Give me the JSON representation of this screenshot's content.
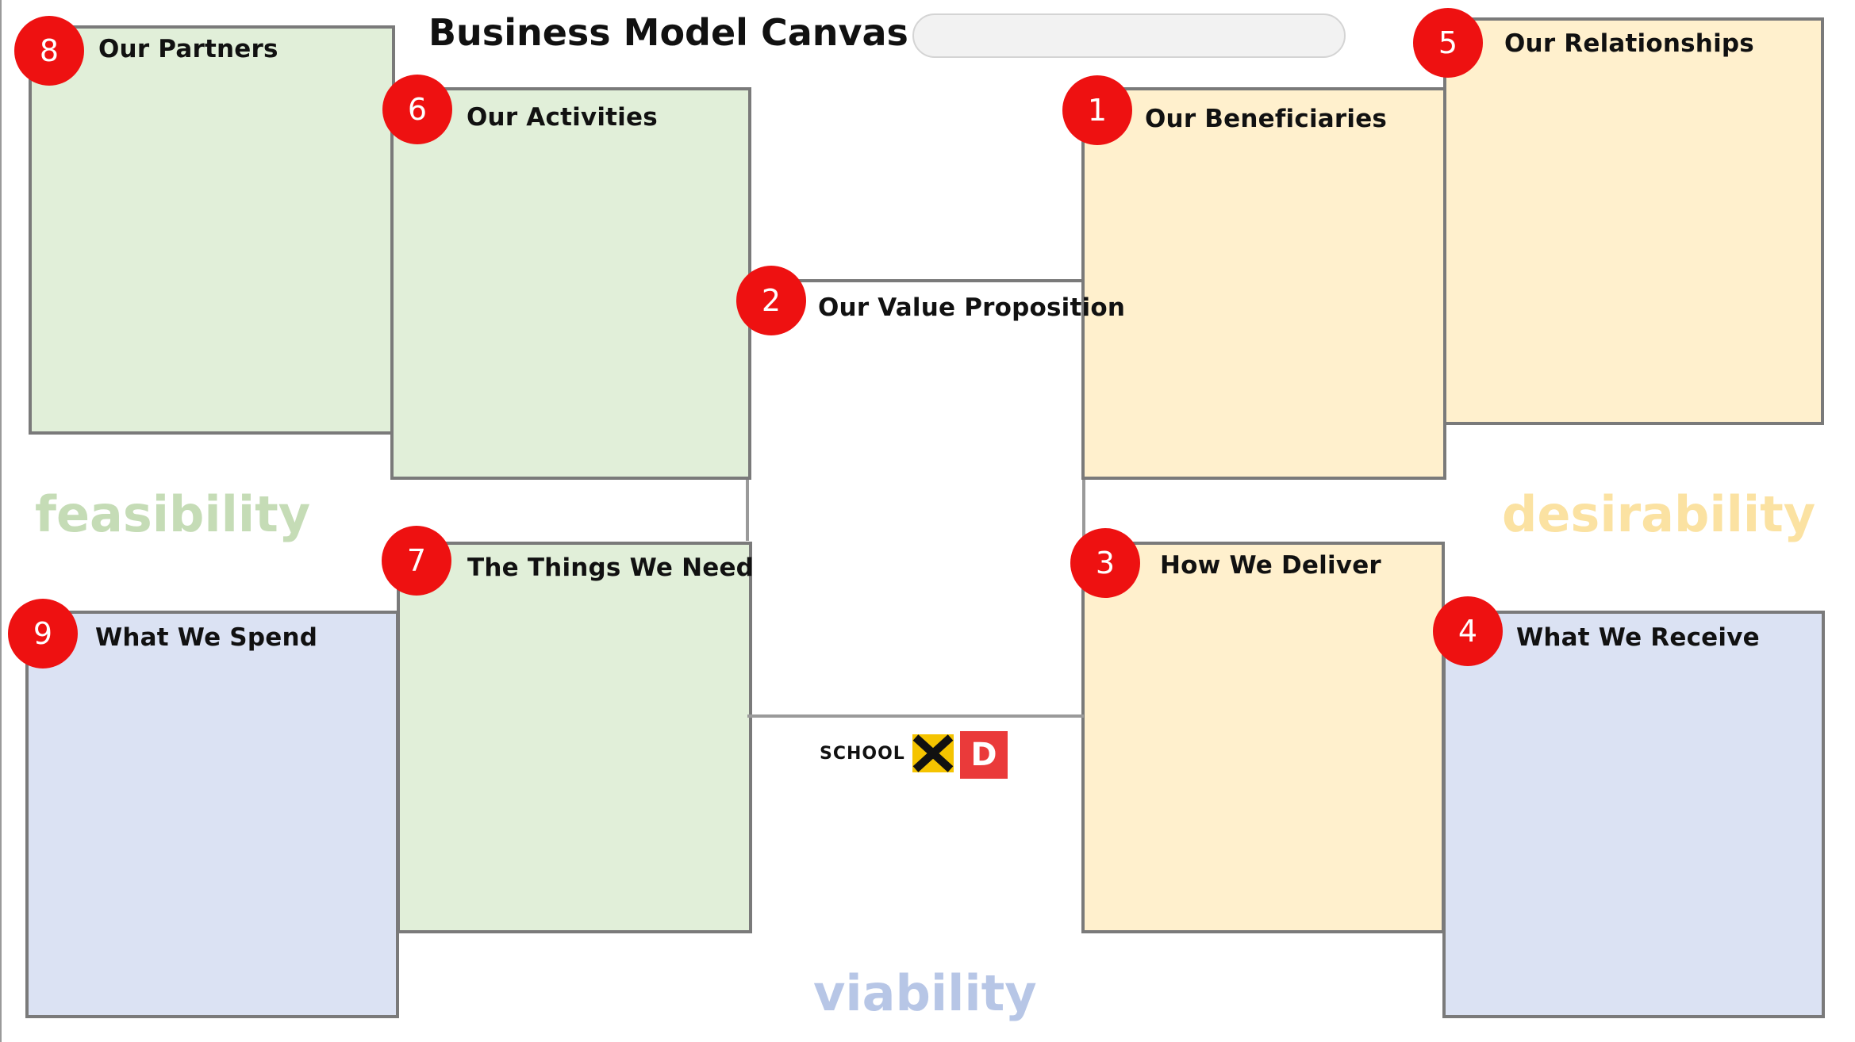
{
  "header": {
    "title": "Business Model Canvas for",
    "field_value": ""
  },
  "colors": {
    "badge": "#ee1111",
    "feasibility": "#c5dcb6",
    "desirability": "#fbe2a2",
    "viability": "#b7c6e6",
    "green_fill": "#e1efd9",
    "yellow_fill": "#fff0cd",
    "blue_fill": "#dbe2f3"
  },
  "blocks": {
    "partners": {
      "number": "8",
      "label": "Our Partners"
    },
    "activities": {
      "number": "6",
      "label": "Our Activities"
    },
    "value_proposition": {
      "number": "2",
      "label": "Our Value Proposition"
    },
    "beneficiaries": {
      "number": "1",
      "label": "Our Beneficiaries"
    },
    "relationships": {
      "number": "5",
      "label": "Our Relationships"
    },
    "things_we_need": {
      "number": "7",
      "label": "The Things We Need"
    },
    "how_we_deliver": {
      "number": "3",
      "label": "How We Deliver"
    },
    "what_we_spend": {
      "number": "9",
      "label": "What We Spend"
    },
    "what_we_receive": {
      "number": "4",
      "label": "What We Receive"
    }
  },
  "watermarks": {
    "feasibility": "feasibility",
    "desirability": "desirability",
    "viability": "viability"
  },
  "logo": {
    "text": "SCHOOL OF",
    "mark": "D",
    "x_icon": "x-mark-icon"
  }
}
